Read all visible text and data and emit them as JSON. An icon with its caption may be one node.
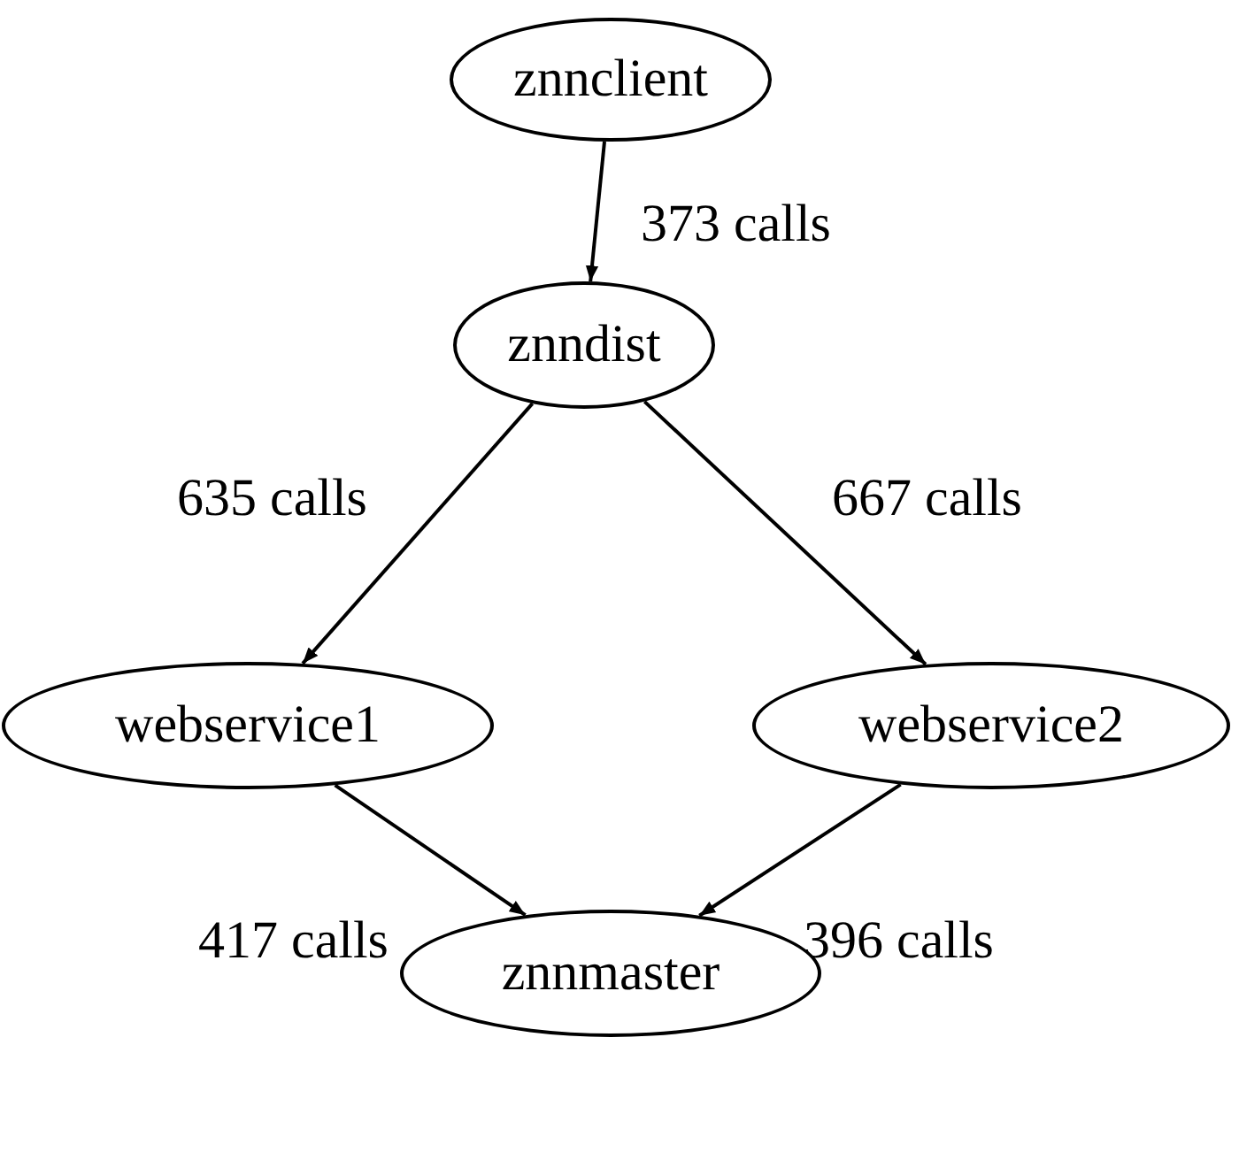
{
  "diagram": {
    "nodes": [
      {
        "text": [
          "znnclient"
        ]
      },
      {
        "text": [
          "znndist"
        ]
      },
      {
        "text": [
          "webservice1"
        ]
      },
      {
        "text": [
          "webservice2"
        ]
      },
      {
        "text": [
          "znnmaster"
        ]
      }
    ],
    "edges": [
      {
        "from": 0,
        "to": 1,
        "arrow": "to",
        "label": "373 calls"
      },
      {
        "from": 1,
        "to": 2,
        "arrow": "to",
        "label": "635 calls"
      },
      {
        "from": 1,
        "to": 3,
        "arrow": "to",
        "label": "667 calls"
      },
      {
        "from": 2,
        "to": 4,
        "arrow": "to",
        "label": "417 calls"
      },
      {
        "from": 3,
        "to": 4,
        "arrow": "to",
        "label": "396 calls"
      }
    ]
  }
}
